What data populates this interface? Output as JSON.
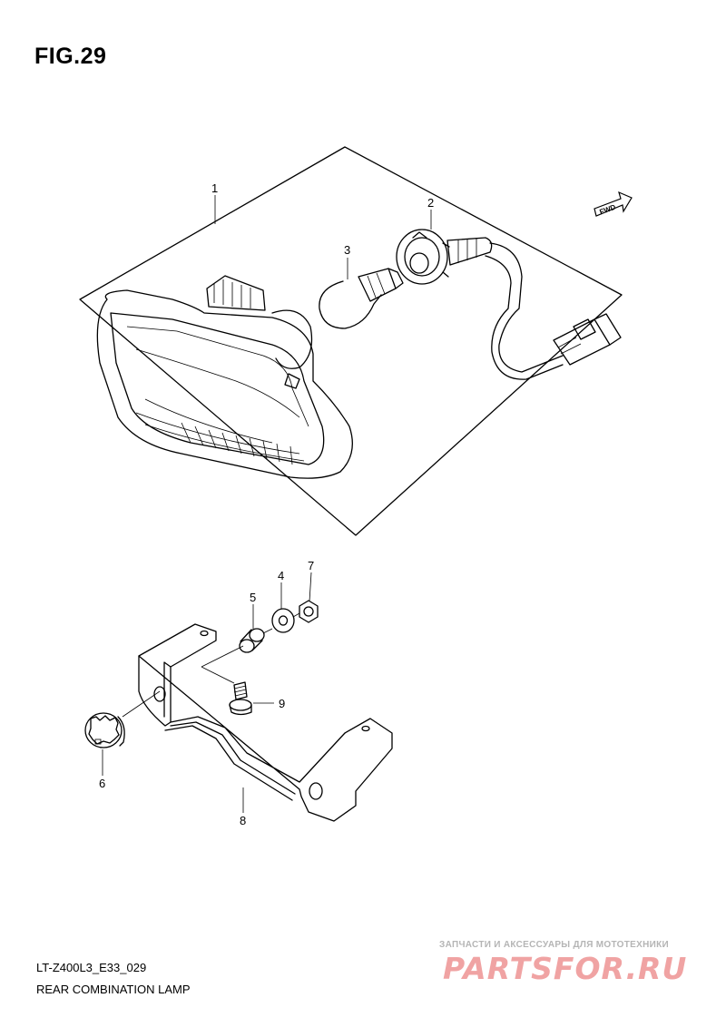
{
  "figure": {
    "title": "FIG.29"
  },
  "fwd_label": "FWD",
  "callouts": [
    {
      "id": "1",
      "label": "1"
    },
    {
      "id": "2",
      "label": "2"
    },
    {
      "id": "3",
      "label": "3"
    },
    {
      "id": "4",
      "label": "4"
    },
    {
      "id": "5",
      "label": "5"
    },
    {
      "id": "6",
      "label": "6"
    },
    {
      "id": "7",
      "label": "7"
    },
    {
      "id": "8",
      "label": "8"
    },
    {
      "id": "9",
      "label": "9"
    }
  ],
  "footer": {
    "model_code": "LT-Z400L3_E33_029",
    "section_title": "REAR COMBINATION LAMP"
  },
  "watermark": {
    "caption": "ЗАПЧАСТИ И АКСЕССУАРЫ ДЛЯ МОТОТЕХНИКИ",
    "brand": "PARTSFOR.RU"
  }
}
